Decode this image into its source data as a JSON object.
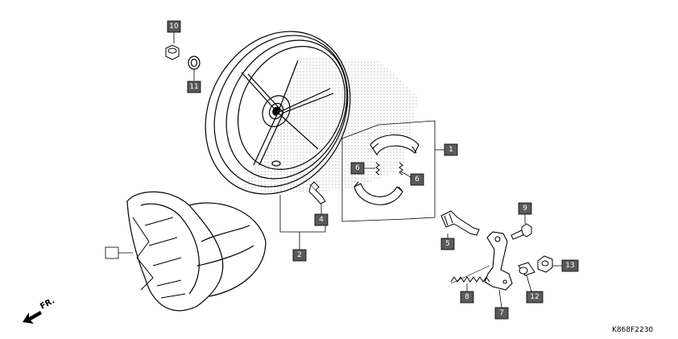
{
  "diagram_code": "K868F2230",
  "direction_label": "FR.",
  "callouts": [
    {
      "id": "10",
      "label": "10"
    },
    {
      "id": "11",
      "label": "11"
    },
    {
      "id": "1",
      "label": "1"
    },
    {
      "id": "6a",
      "label": "6"
    },
    {
      "id": "6b",
      "label": "6"
    },
    {
      "id": "4",
      "label": "4"
    },
    {
      "id": "2",
      "label": "2"
    },
    {
      "id": "9",
      "label": "9"
    },
    {
      "id": "5",
      "label": "5"
    },
    {
      "id": "13",
      "label": "13"
    },
    {
      "id": "8",
      "label": "8"
    },
    {
      "id": "12",
      "label": "12"
    },
    {
      "id": "7",
      "label": "7"
    },
    {
      "id": "tire",
      "label": ""
    }
  ],
  "colors": {
    "callout_fill": "#5a5a5a",
    "line": "#000000",
    "shade": "#9a9a9a"
  }
}
